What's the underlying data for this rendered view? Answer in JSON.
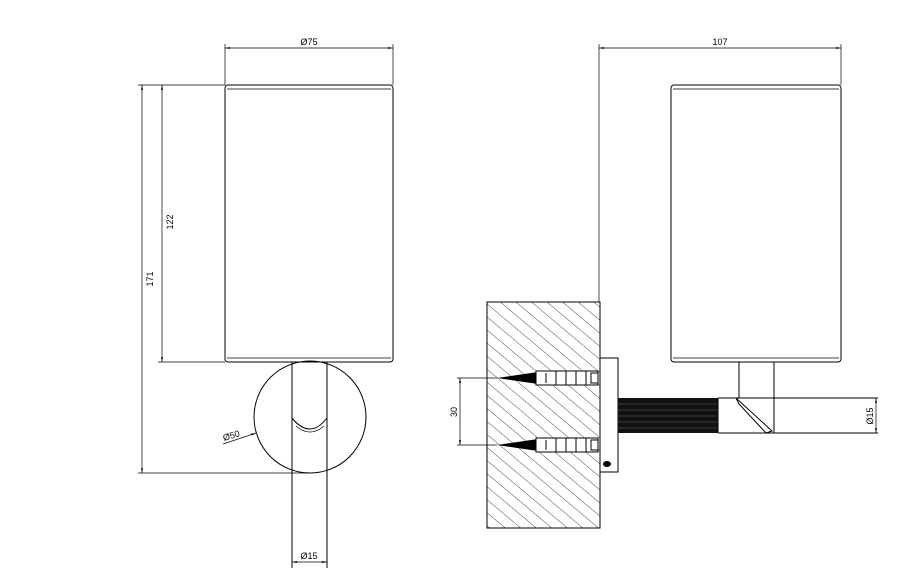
{
  "front_view": {
    "diameter_top": "Ø75",
    "height_total": "171",
    "height_cylinder": "122",
    "diameter_rosette": "Ø50",
    "diameter_stem": "Ø15"
  },
  "side_view": {
    "depth": "107",
    "screw_spacing": "30",
    "diameter_arm": "Ø15"
  }
}
